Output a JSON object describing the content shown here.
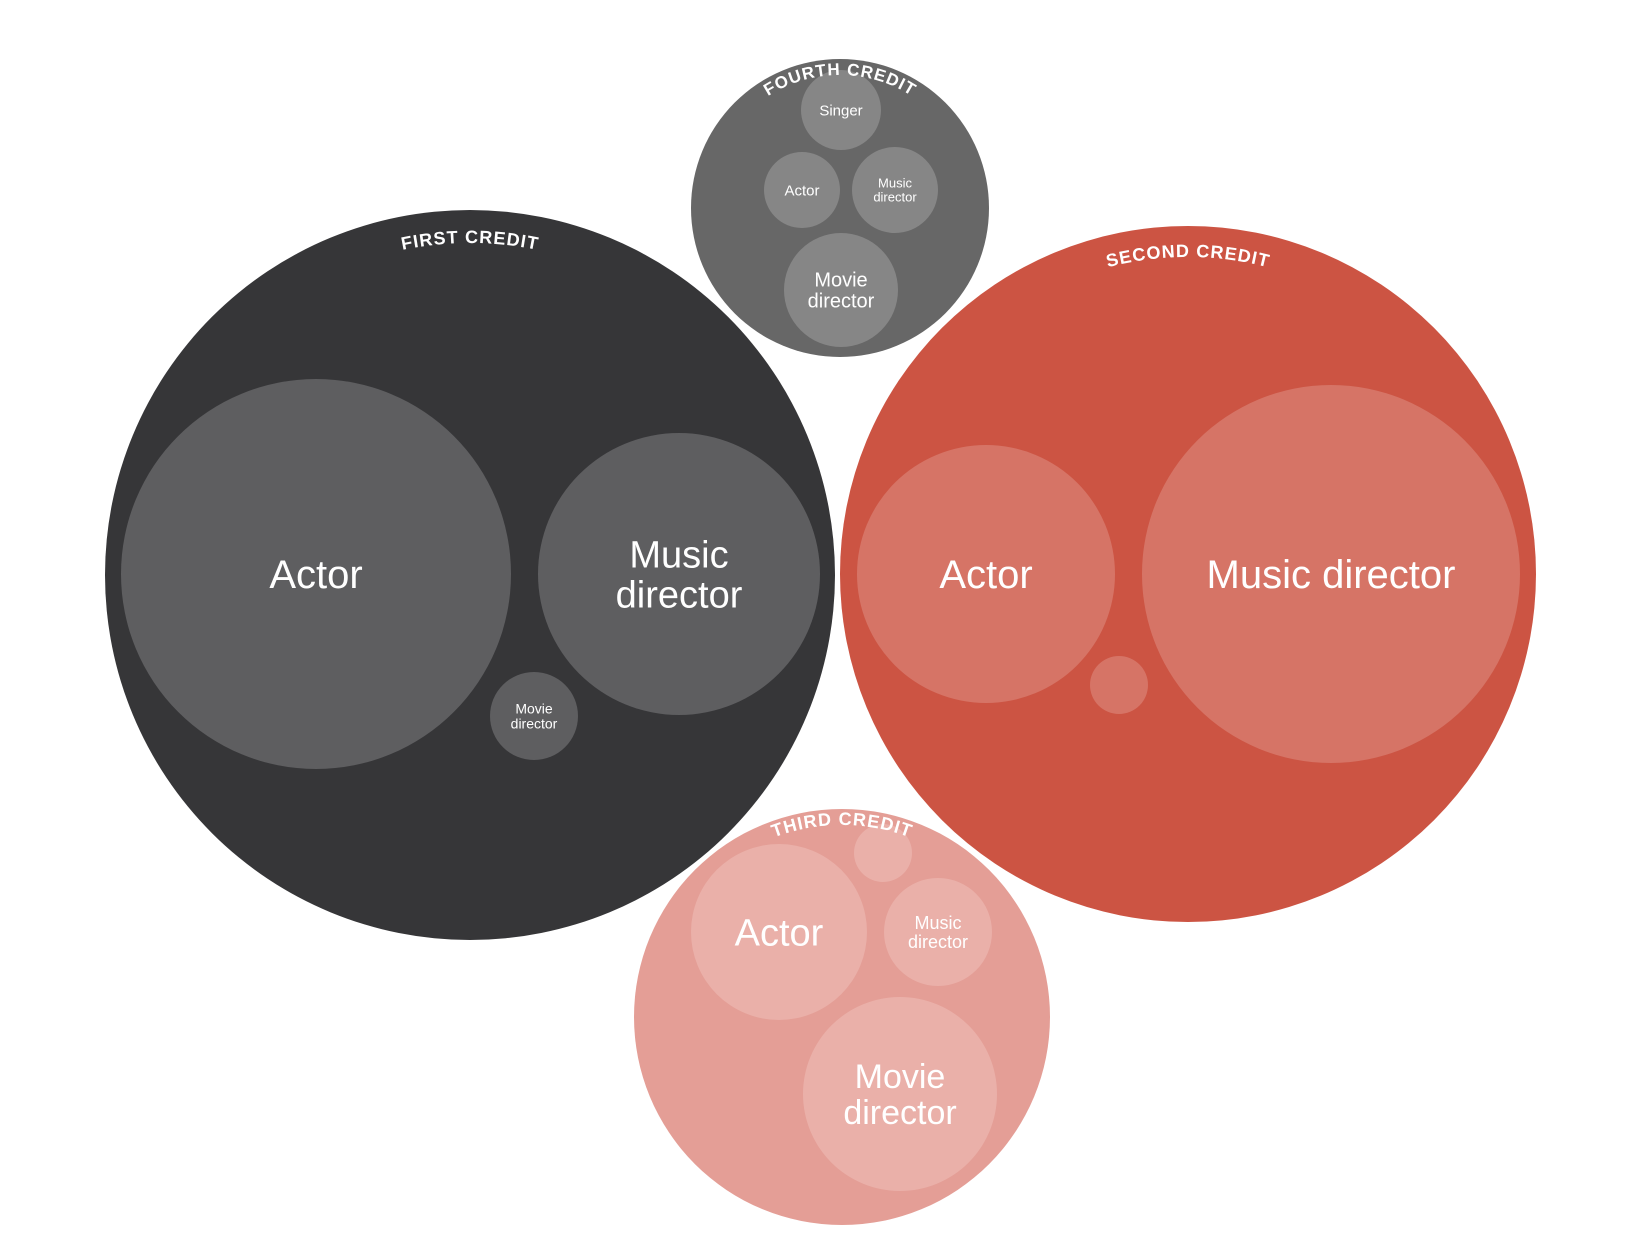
{
  "chart_data": {
    "type": "bubble",
    "groups": [
      {
        "name": "FIRST CREDIT",
        "color": "#363638",
        "child_color": "#5e5e60",
        "children": [
          {
            "label": "Actor",
            "weight": 390
          },
          {
            "label": "Music director",
            "weight": 282
          },
          {
            "label": "Movie director",
            "weight": 88
          }
        ]
      },
      {
        "name": "SECOND CREDIT",
        "color": "#cc5443",
        "child_color": "#d67466",
        "children": [
          {
            "label": "Actor",
            "weight": 258
          },
          {
            "label": "Music director",
            "weight": 378
          },
          {
            "label": "",
            "weight": 58
          }
        ]
      },
      {
        "name": "THIRD CREDIT",
        "color": "#e49e96",
        "child_color": "#eab0a9",
        "children": [
          {
            "label": "Actor",
            "weight": 176
          },
          {
            "label": "Music director",
            "weight": 108
          },
          {
            "label": "Movie director",
            "weight": 194
          },
          {
            "label": "",
            "weight": 58
          }
        ]
      },
      {
        "name": "FOURTH CREDIT",
        "color": "#676767",
        "child_color": "#868686",
        "children": [
          {
            "label": "Singer",
            "weight": 80
          },
          {
            "label": "Actor",
            "weight": 76
          },
          {
            "label": "Music director",
            "weight": 86
          },
          {
            "label": "Movie director",
            "weight": 114
          }
        ]
      }
    ]
  }
}
